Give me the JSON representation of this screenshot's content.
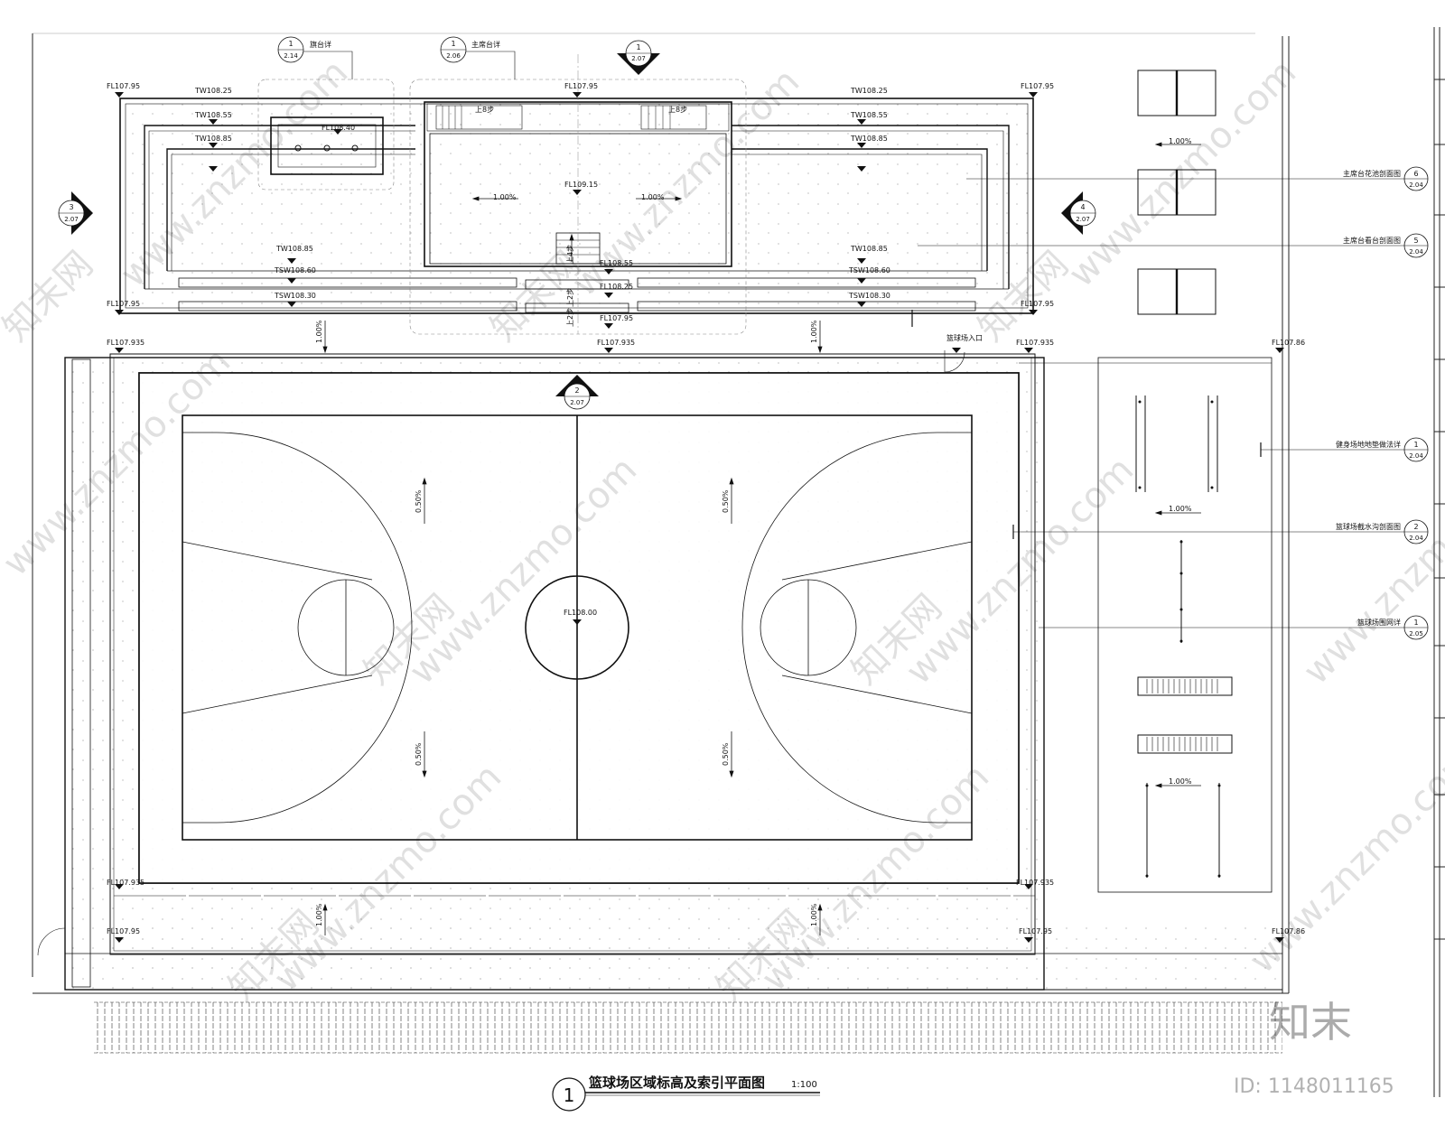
{
  "drawing": {
    "title": "篮球场区域标高及索引平面图",
    "scale": "1:100",
    "title_index": "1"
  },
  "callouts_top": [
    {
      "num": "1",
      "sheet": "2.14",
      "label": "旗台详"
    },
    {
      "num": "1",
      "sheet": "2.06",
      "label": "主席台详"
    }
  ],
  "section_marks": [
    {
      "num": "1",
      "sheet": "2.07"
    },
    {
      "num": "3",
      "sheet": "2.07"
    },
    {
      "num": "4",
      "sheet": "2.07"
    },
    {
      "num": "2",
      "sheet": "2.07"
    }
  ],
  "elevations": {
    "fl10795": "FL107.95",
    "fl107935": "FL107.935",
    "fl10786": "FL107.86",
    "tw10825": "TW108.25",
    "tw10855": "TW108.55",
    "tw10885": "TW108.85",
    "fl10840": "FL108.40",
    "fl10915": "FL109.15",
    "tsw10860": "TSW108.60",
    "tsw10830": "TSW108.30",
    "fl10855": "FL108.55",
    "fl10825": "FL108.25",
    "fl10800": "FL108.00"
  },
  "stairs": {
    "up8": "上8步",
    "up4": "上4步",
    "up2": "上2步"
  },
  "slopes": {
    "s100": "1.00%",
    "s050": "0.50%"
  },
  "entrance": "篮球场入口",
  "index_right": [
    {
      "label": "主席台花池剖面图",
      "num": "6",
      "sheet": "2.04"
    },
    {
      "label": "主席台看台剖面图",
      "num": "5",
      "sheet": "2.04"
    },
    {
      "label": "健身场地地垫做法详",
      "num": "1",
      "sheet": "2.04"
    },
    {
      "label": "篮球场截水沟剖面图",
      "num": "2",
      "sheet": "2.04"
    },
    {
      "label": "篮球场围网详",
      "num": "1",
      "sheet": "2.05"
    }
  ],
  "watermark": {
    "url": "www.znzmo.com",
    "brand": "知末网",
    "logo": "知末",
    "id": "ID: 1148011165"
  }
}
